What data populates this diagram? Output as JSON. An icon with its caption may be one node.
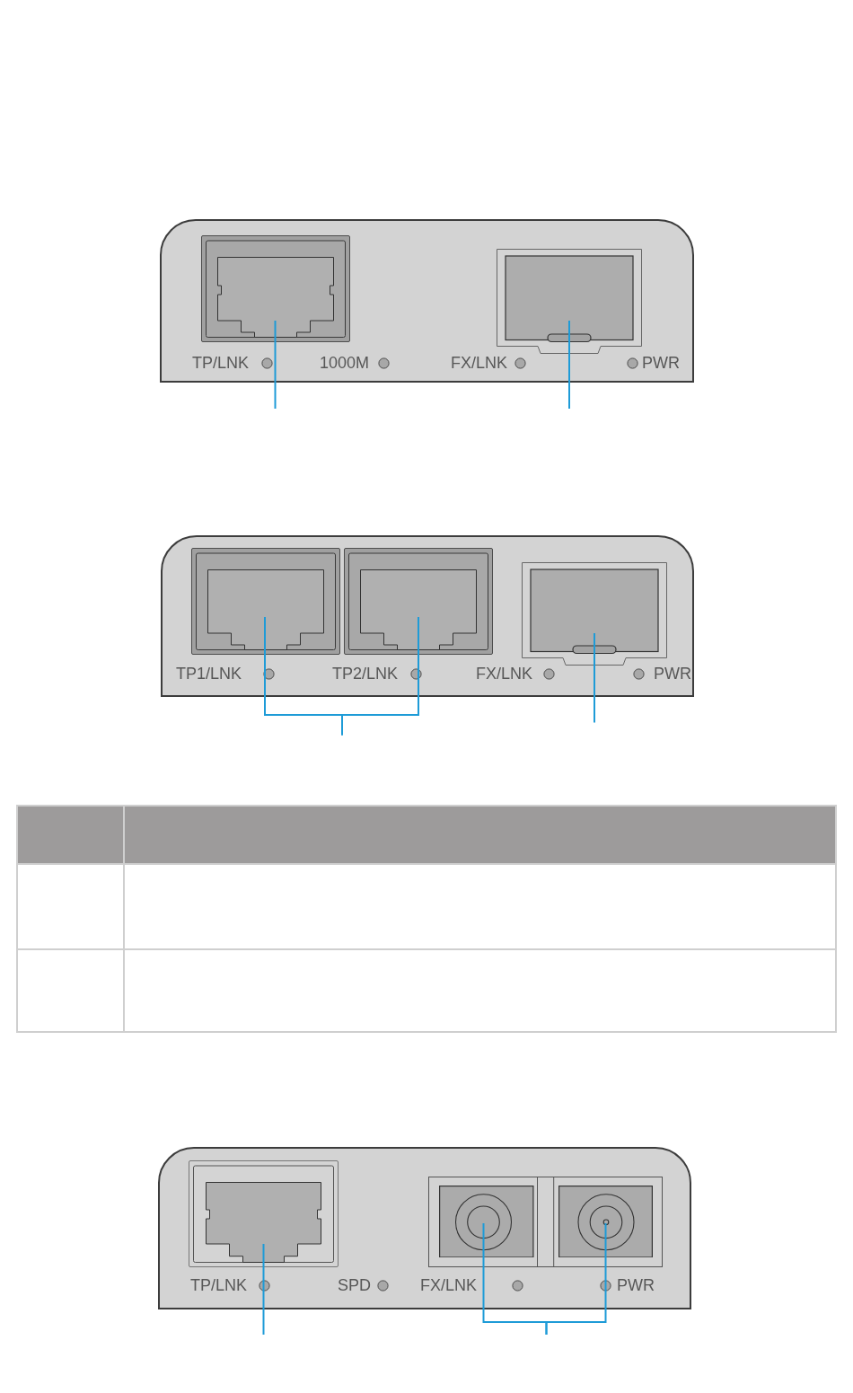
{
  "diagram": {
    "nodes": [
      {
        "text": [
          "TP/LNK",
          "1000M",
          "FX/LNK",
          "PWR"
        ]
      },
      {
        "text": [],
        "shape": "picture",
        "in": 0
      },
      {
        "text": [],
        "shape": "picture",
        "in": 0
      },
      {
        "text": [
          "TP1/LNK",
          "TP2/LNK",
          "FX/LNK",
          "PWR"
        ]
      },
      {
        "text": [],
        "shape": "picture",
        "in": 3
      },
      {
        "text": [],
        "shape": "picture",
        "in": 3
      },
      {
        "text": [],
        "shape": "picture",
        "in": 3
      },
      {
        "text": [
          "TP/LNK",
          "SPD",
          "FX/LNK",
          "PWR"
        ]
      },
      {
        "text": [],
        "shape": "picture",
        "in": 7
      },
      {
        "text": [],
        "shape": "picture",
        "in": 7
      },
      {
        "text": [],
        "shape": "picture",
        "in": 7
      }
    ],
    "edges": [
      {
        "from": null,
        "to": 1,
        "arrow": "none"
      },
      {
        "from": null,
        "to": 2,
        "arrow": "none"
      },
      {
        "from": null,
        "to": 4,
        "arrow": "none"
      },
      {
        "from": null,
        "to": 5,
        "arrow": "none"
      },
      {
        "from": null,
        "to": 6,
        "arrow": "none"
      },
      {
        "from": null,
        "to": 8,
        "arrow": "none"
      },
      {
        "from": null,
        "to": 9,
        "arrow": "none"
      },
      {
        "from": null,
        "to": 10,
        "arrow": "none"
      }
    ]
  }
}
